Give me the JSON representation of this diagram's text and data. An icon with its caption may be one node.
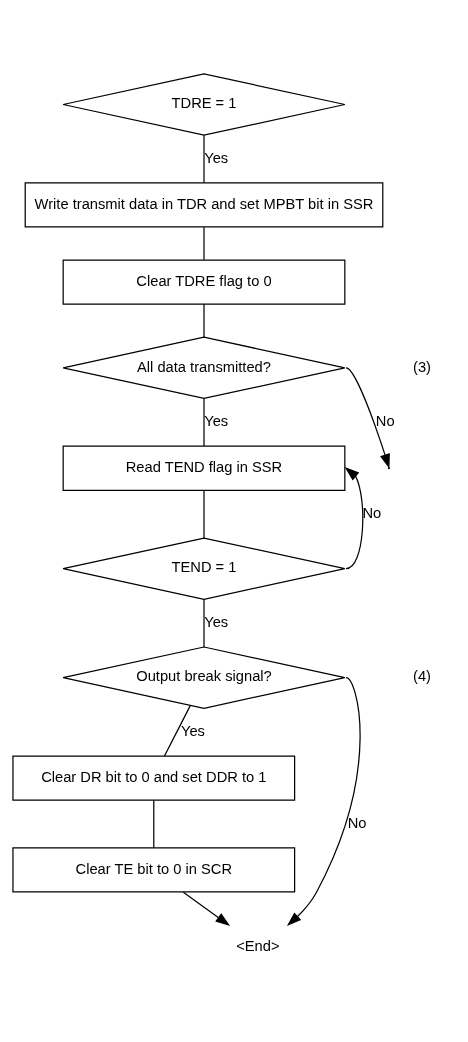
{
  "diagram": {
    "nodes": [
      {
        "text": [
          "TDRE = 1"
        ]
      },
      {
        "text": [
          "Write transmit data in TDR and set MPBT bit in SSR"
        ]
      },
      {
        "text": [
          "Clear TDRE flag to 0"
        ]
      },
      {
        "text": [
          "All data transmitted?"
        ]
      },
      {
        "text": [
          "Read TEND flag in SSR"
        ]
      },
      {
        "text": [
          "TEND = 1"
        ]
      },
      {
        "text": [
          "Output break signal?"
        ]
      },
      {
        "text": [
          "Clear DR bit to 0 and set DDR to 1"
        ]
      },
      {
        "text": [
          "Clear TE bit to 0 in SCR"
        ]
      },
      {
        "text": [
          "<End>"
        ]
      }
    ],
    "edges": [
      {
        "from": 0,
        "to": 1,
        "label": "Yes",
        "arrow": "none"
      },
      {
        "from": 1,
        "to": 2,
        "arrow": "none"
      },
      {
        "from": 2,
        "to": 3,
        "arrow": "none"
      },
      {
        "from": 3,
        "to": null,
        "label": "No",
        "arrow": "to"
      },
      {
        "from": 3,
        "to": 4,
        "label": "Yes",
        "arrow": "none"
      },
      {
        "from": 4,
        "to": 5,
        "arrow": "none"
      },
      {
        "from": 5,
        "to": 4,
        "label": "No",
        "arrow": "to"
      },
      {
        "from": 5,
        "to": 6,
        "label": "Yes",
        "arrow": "none"
      },
      {
        "from": 6,
        "to": 7,
        "label": "Yes",
        "arrow": "none"
      },
      {
        "from": 7,
        "to": 8,
        "arrow": "none"
      },
      {
        "from": 8,
        "to": 9,
        "arrow": "to"
      },
      {
        "from": 6,
        "to": 9,
        "label": "No",
        "arrow": "to"
      }
    ],
    "labels": [
      "(3)",
      "(4)"
    ]
  }
}
